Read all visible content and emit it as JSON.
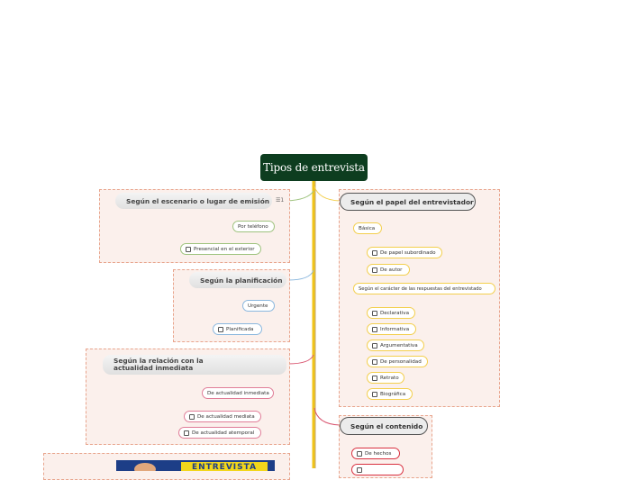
{
  "root": {
    "title": "Tipos de entrevista"
  },
  "left": {
    "escenario": {
      "title": "Según el escenario o lugar de emisión",
      "items": [
        "Por teléfono",
        "Presencial en el exterior"
      ]
    },
    "planificacion": {
      "title": "Según la planificación",
      "items": [
        "Urgente",
        "Planificada"
      ]
    },
    "actualidad": {
      "title": "Según la relación con la actualidad inmediata",
      "items": [
        "De actualidad inmediata",
        "De actualidad mediata",
        "De actualidad atemporal"
      ]
    },
    "image_title": "ENTREVISTA"
  },
  "right": {
    "papel": {
      "title": "Según el papel del entrevistador",
      "basica": {
        "label": "Básica",
        "items": [
          "De papel subordinado",
          "De autor"
        ]
      },
      "caracter": {
        "label": "Según el carácter de las respuestas del entrevistado",
        "items": [
          "Declarativa",
          "Informativa",
          "Argumentativa",
          "De personalidad",
          "Retrato",
          "Biográfica"
        ]
      }
    },
    "contenido": {
      "title": "Según el contenido",
      "items": [
        "De hechos"
      ]
    }
  },
  "colors": {
    "root_bg": "#0d3d1f",
    "trunk": "#f0c419",
    "region_fill": "#fbf0ec",
    "region_border": "#e8a48c"
  }
}
